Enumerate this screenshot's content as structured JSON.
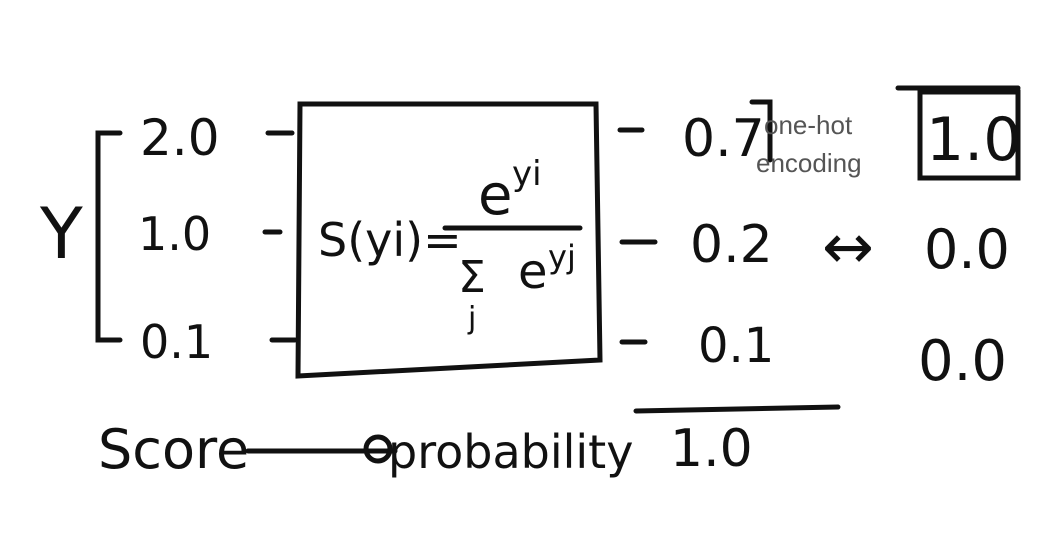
{
  "input": {
    "symbol": "Y",
    "scores": [
      "2.0",
      "1.0",
      "0.1"
    ]
  },
  "softmax": {
    "lhs": "S(yi)=",
    "numerator": "e^yi",
    "numerator_base": "e",
    "numerator_exp": "yi",
    "sum_symbol": "Σ",
    "sum_index": "j",
    "denominator_base": "e",
    "denominator_exp": "yj"
  },
  "output": {
    "probabilities": [
      "0.7",
      "0.2",
      "0.1"
    ],
    "sum": "1.0"
  },
  "one_hot": {
    "label_line1": "one-hot",
    "label_line2": "encoding",
    "values": [
      "1.0",
      "0.0",
      "0.0"
    ],
    "arrow": "↔"
  },
  "flow": {
    "from_label": "Score",
    "to_label": "probability"
  }
}
